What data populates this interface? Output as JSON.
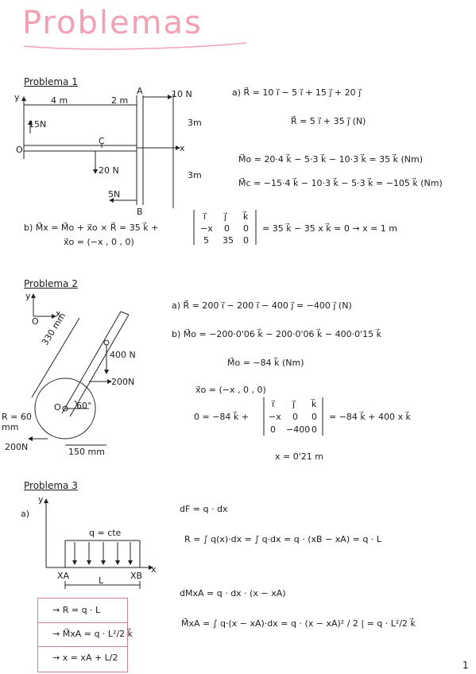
{
  "header": {
    "title": "Problemas"
  },
  "problem1": {
    "title": "Problema 1",
    "diagram": {
      "y_axis": "y",
      "x_axis": "x",
      "origin": "O",
      "dim_left": "4 m",
      "dim_right": "2 m",
      "point_a": "A",
      "point_b": "B",
      "point_c": "C",
      "force_top": "10 N",
      "force_left": "15N",
      "force_mid": "20 N",
      "force_bottom": "5N",
      "height_top": "3m",
      "height_bottom": "3m"
    },
    "eq_a1": "a)  R⃗ = 10 i⃗ − 5 i⃗ + 15 j⃗ + 20 j⃗",
    "eq_a2": "R⃗ = 5 i⃗ + 35 j⃗  (N)",
    "eq_mo": "M⃗o = 20·4 k⃗ − 5·3 k⃗ − 10·3 k⃗ = 35 k⃗ (Nm)",
    "eq_mc": "M⃗c = −15·4 k⃗ − 10·3 k⃗ − 5·3 k⃗ = −105 k⃗ (Nm)",
    "eq_b_left": "b) M⃗x = M⃗o + x⃗o × R⃗ = 35 k⃗ +",
    "eq_b_xo": "x⃗o = (−x , 0 , 0)",
    "det": [
      "i⃗",
      "j⃗",
      "k⃗",
      "−x",
      "0",
      "0",
      "5",
      "35",
      "0"
    ],
    "eq_b_right": "= 35 k⃗ − 35 x k⃗ = 0  →  x = 1 m"
  },
  "problem2": {
    "title": "Problema 2",
    "diagram": {
      "y_axis": "y",
      "x_axis": "x",
      "origin": "O",
      "length": "330 mm",
      "force_vertical": "400 N",
      "force_horizontal": "200N",
      "angle": "60°",
      "radius": "R = 60 mm",
      "force_left": "200N",
      "dim_bottom": "150 mm",
      "center": "O"
    },
    "eq_a": "a)  R⃗ = 200 i⃗ − 200 i⃗ − 400 j⃗ = −400 j⃗  (N)",
    "eq_b": "b)  M⃗o = −200·0'06 k⃗ − 200·0'06 k⃗ − 400·0'15 k⃗",
    "eq_mo": "M⃗o = −84 k⃗ (Nm)",
    "eq_xo": "x⃗o = (−x , 0 , 0)",
    "eq_det_left": "0 = −84 k⃗ +",
    "det": [
      "i⃗",
      "j⃗",
      "k⃗",
      "−x",
      "0",
      "0",
      "0",
      "−400",
      "0"
    ],
    "eq_det_right": "= −84 k⃗ + 400 x k⃗",
    "eq_x": "x = 0'21 m"
  },
  "problem3": {
    "title": "Problema 3",
    "part": "a)",
    "diagram": {
      "y_axis": "y",
      "x_axis": "x",
      "load": "q = cte",
      "xa": "XA",
      "xb": "XB",
      "length": "L"
    },
    "eq_df": "dF = q · dx",
    "eq_r": "R = ∫ q(x)·dx = ∫ q·dx = q · (xB − xA) = q · L",
    "eq_dm": "dMxA = q · dx · (x − xA)",
    "eq_m": "M⃗xA = ∫ q·(x − xA)·dx = q · (x − xA)² / 2 |  = q · L²/2 k⃗",
    "summary": [
      "→ R = q · L",
      "→ M⃗xA = q · L²/2 k⃗",
      "→ x = xA + L/2"
    ]
  },
  "page_number": "1"
}
